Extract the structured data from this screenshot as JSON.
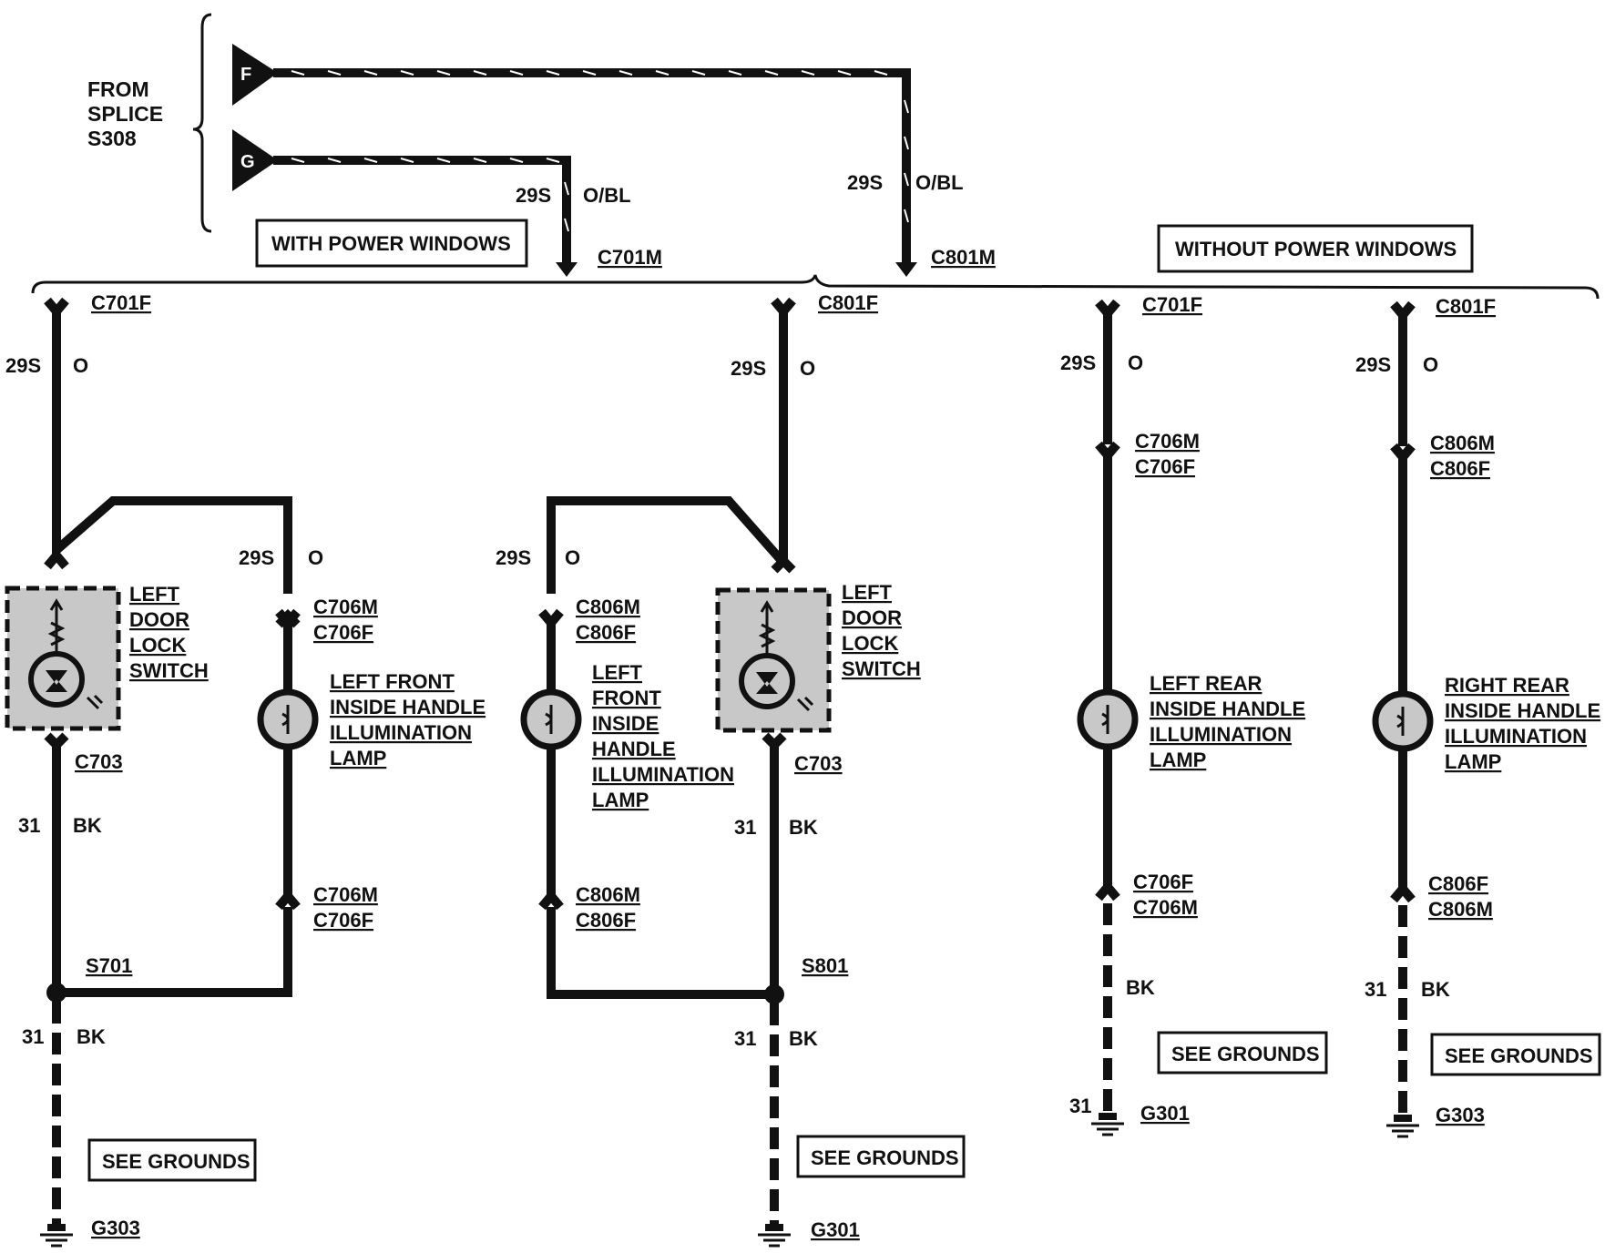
{
  "source": {
    "label_lines": [
      "FROM",
      "SPLICE",
      "S308"
    ],
    "pins": [
      "F",
      "G"
    ]
  },
  "top": {
    "g_circuit": "29S",
    "g_color": "O/BL",
    "g_connector": "C701M",
    "f_circuit": "29S",
    "f_color": "O/BL",
    "f_connector": "C801M",
    "with_power_windows": "WITH POWER WINDOWS",
    "without_power_windows": "WITHOUT POWER WINDOWS"
  },
  "col1": {
    "connector_top": "C701F",
    "circuit": "29S",
    "color": "O",
    "switch_lines": [
      "LEFT",
      "DOOR",
      "LOCK",
      "SWITCH"
    ],
    "switch_connector": "C703",
    "bk_circuit": "31",
    "bk_color": "BK",
    "splice": "S701",
    "bk2_circuit": "31",
    "bk2_color": "BK",
    "see_grounds": "SEE GROUNDS",
    "ground": "G303"
  },
  "col2": {
    "circuit": "29S",
    "color": "O",
    "conn_a": "C706M",
    "conn_b": "C706F",
    "lamp_lines": [
      "LEFT FRONT",
      "INSIDE HANDLE",
      "ILLUMINATION",
      "LAMP"
    ],
    "conn_c": "C706M",
    "conn_d": "C706F"
  },
  "col3": {
    "circuit": "29S",
    "color": "O",
    "conn_a": "C806M",
    "conn_b": "C806F",
    "lamp_lines": [
      "LEFT",
      "FRONT",
      "INSIDE",
      "HANDLE",
      "ILLUMINATION",
      "LAMP"
    ],
    "conn_c": "C806M",
    "conn_d": "C806F"
  },
  "col4": {
    "connector_top": "C801F",
    "circuit": "29S",
    "color": "O",
    "switch_lines": [
      "LEFT",
      "DOOR",
      "LOCK",
      "SWITCH"
    ],
    "switch_connector": "C703",
    "bk_circuit": "31",
    "bk_color": "BK",
    "splice": "S801",
    "bk2_circuit": "31",
    "bk2_color": "BK",
    "see_grounds": "SEE GROUNDS",
    "ground": "G301"
  },
  "col5": {
    "connector_top": "C701F",
    "circuit": "29S",
    "color": "O",
    "conn_a": "C706M",
    "conn_b": "C706F",
    "lamp_lines": [
      "LEFT REAR",
      "INSIDE HANDLE",
      "ILLUMINATION",
      "LAMP"
    ],
    "conn_c": "C706F",
    "conn_d": "C706M",
    "bk_color": "BK",
    "see_grounds": "SEE GROUNDS",
    "ground_circuit": "31",
    "ground": "G301"
  },
  "col6": {
    "connector_top": "C801F",
    "circuit": "29S",
    "color": "O",
    "conn_a": "C806M",
    "conn_b": "C806F",
    "lamp_lines": [
      "RIGHT REAR",
      "INSIDE HANDLE",
      "ILLUMINATION",
      "LAMP"
    ],
    "conn_c": "C806F",
    "conn_d": "C806M",
    "bk_circuit": "31",
    "bk_color": "BK",
    "see_grounds": "SEE GROUNDS",
    "ground": "G303"
  }
}
